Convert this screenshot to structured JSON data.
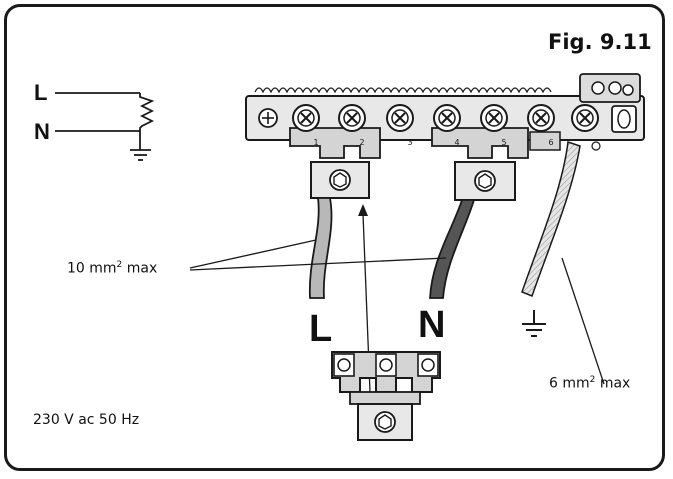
{
  "figure": {
    "title": "Fig. 9.11"
  },
  "schematic": {
    "live_label": "L",
    "neutral_label": "N"
  },
  "terminals": {
    "live_label": "L",
    "neutral_label": "N",
    "terminal_numbers": [
      "1",
      "2",
      "3",
      "4",
      "5",
      "6"
    ]
  },
  "notes": {
    "cable_10_value": "10 mm",
    "cable_10_exp": "2",
    "cable_10_suffix": " max",
    "cable_6_value": "6 mm",
    "cable_6_exp": "2",
    "cable_6_suffix": " max",
    "supply": "230 V ac 50 Hz"
  },
  "colors": {
    "line": "#1a1a1a",
    "block_fill": "#e8e8e8",
    "brass": "#d4d4d4",
    "live_wire": "#b8b8b8",
    "neutral_wire": "#555555",
    "earth_wire": "#d8d8d8"
  }
}
